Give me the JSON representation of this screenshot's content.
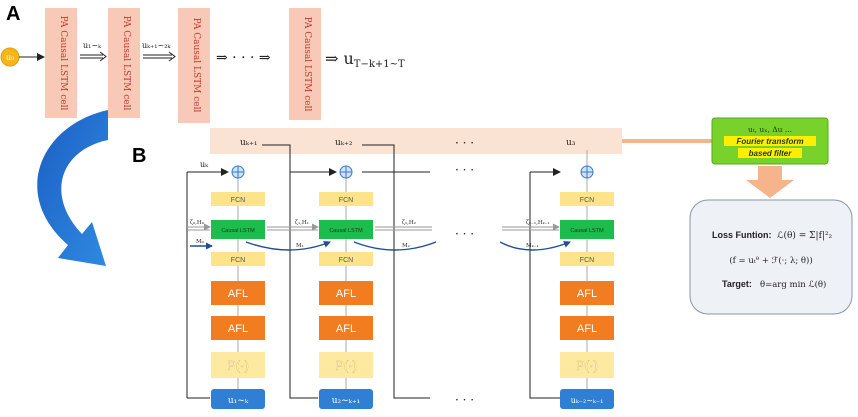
{
  "panel_labels": {
    "a": "A",
    "b": "B"
  },
  "part_a": {
    "input_label": "u₀",
    "cells": [
      "PA Causal LSTM cell",
      "PA Causal LSTM cell",
      "PA Causal LSTM cell",
      "PA Causal LSTM cell"
    ],
    "arrow_labels": [
      "u₁~ₖ",
      "uₖ₊₁~₂ₖ"
    ],
    "ellipsis": "⇒ · · · ⇒",
    "output_label": "⇒ u",
    "output_subscript": "T−k+1~T"
  },
  "part_b": {
    "top_labels": [
      "uₖ₊₁",
      "uₖ₊₂",
      "u₃"
    ],
    "top_ellipsis": "· · ·",
    "mid_ellipsis": "· · ·",
    "bottom_ellipsis": "· · ·",
    "uk_label": "uₖ",
    "fcn_label": "FCN",
    "lstm_label": "Causal LSTM",
    "afl_label": "AFL",
    "p_label": "P(·)",
    "state_labels": [
      "ζ₀,H₀",
      "ζ₁,H₁",
      "ζ₂,H₂",
      "ζₖ₋₁,Hₖ₋₁"
    ],
    "memory_labels": [
      "M₀",
      "M₁",
      "M₂",
      "Mₖ₋₁"
    ],
    "bottom_labels": [
      "u₁~ₖ",
      "u₂~ₖ₊₁",
      "uₖ₋₂~ₖ₋₁"
    ]
  },
  "filter_box": {
    "top_text": "uₜ,  uₓ,  Δu  ...",
    "highlight_line1": "Fourier transform",
    "highlight_line2": "based filter"
  },
  "loss_box": {
    "title": "Loss Funtion:",
    "formula": "ℒ(θ) = Σ|f|²₂",
    "f_def": "(f = uₜᶿ + ℱ(·; λ; θ))",
    "target_label": "Target:",
    "target_formula": "θ=arg min ℒ(θ)"
  },
  "colors": {
    "cell_fill": "#f8c9b6",
    "input_circle": "#f5b51d",
    "band": "#fbe3d3",
    "fcn": "#fde38a",
    "lstm": "#1cbd4c",
    "afl": "#f27d21",
    "p": "#fdeaa0",
    "bottom": "#2f7fd4",
    "big_arrow": "#1f6fd0",
    "filter_green": "#78d22b",
    "filter_yellow": "#ffee00",
    "loss_fill": "#eef1f6",
    "orange_arrow": "#f6b48a"
  }
}
